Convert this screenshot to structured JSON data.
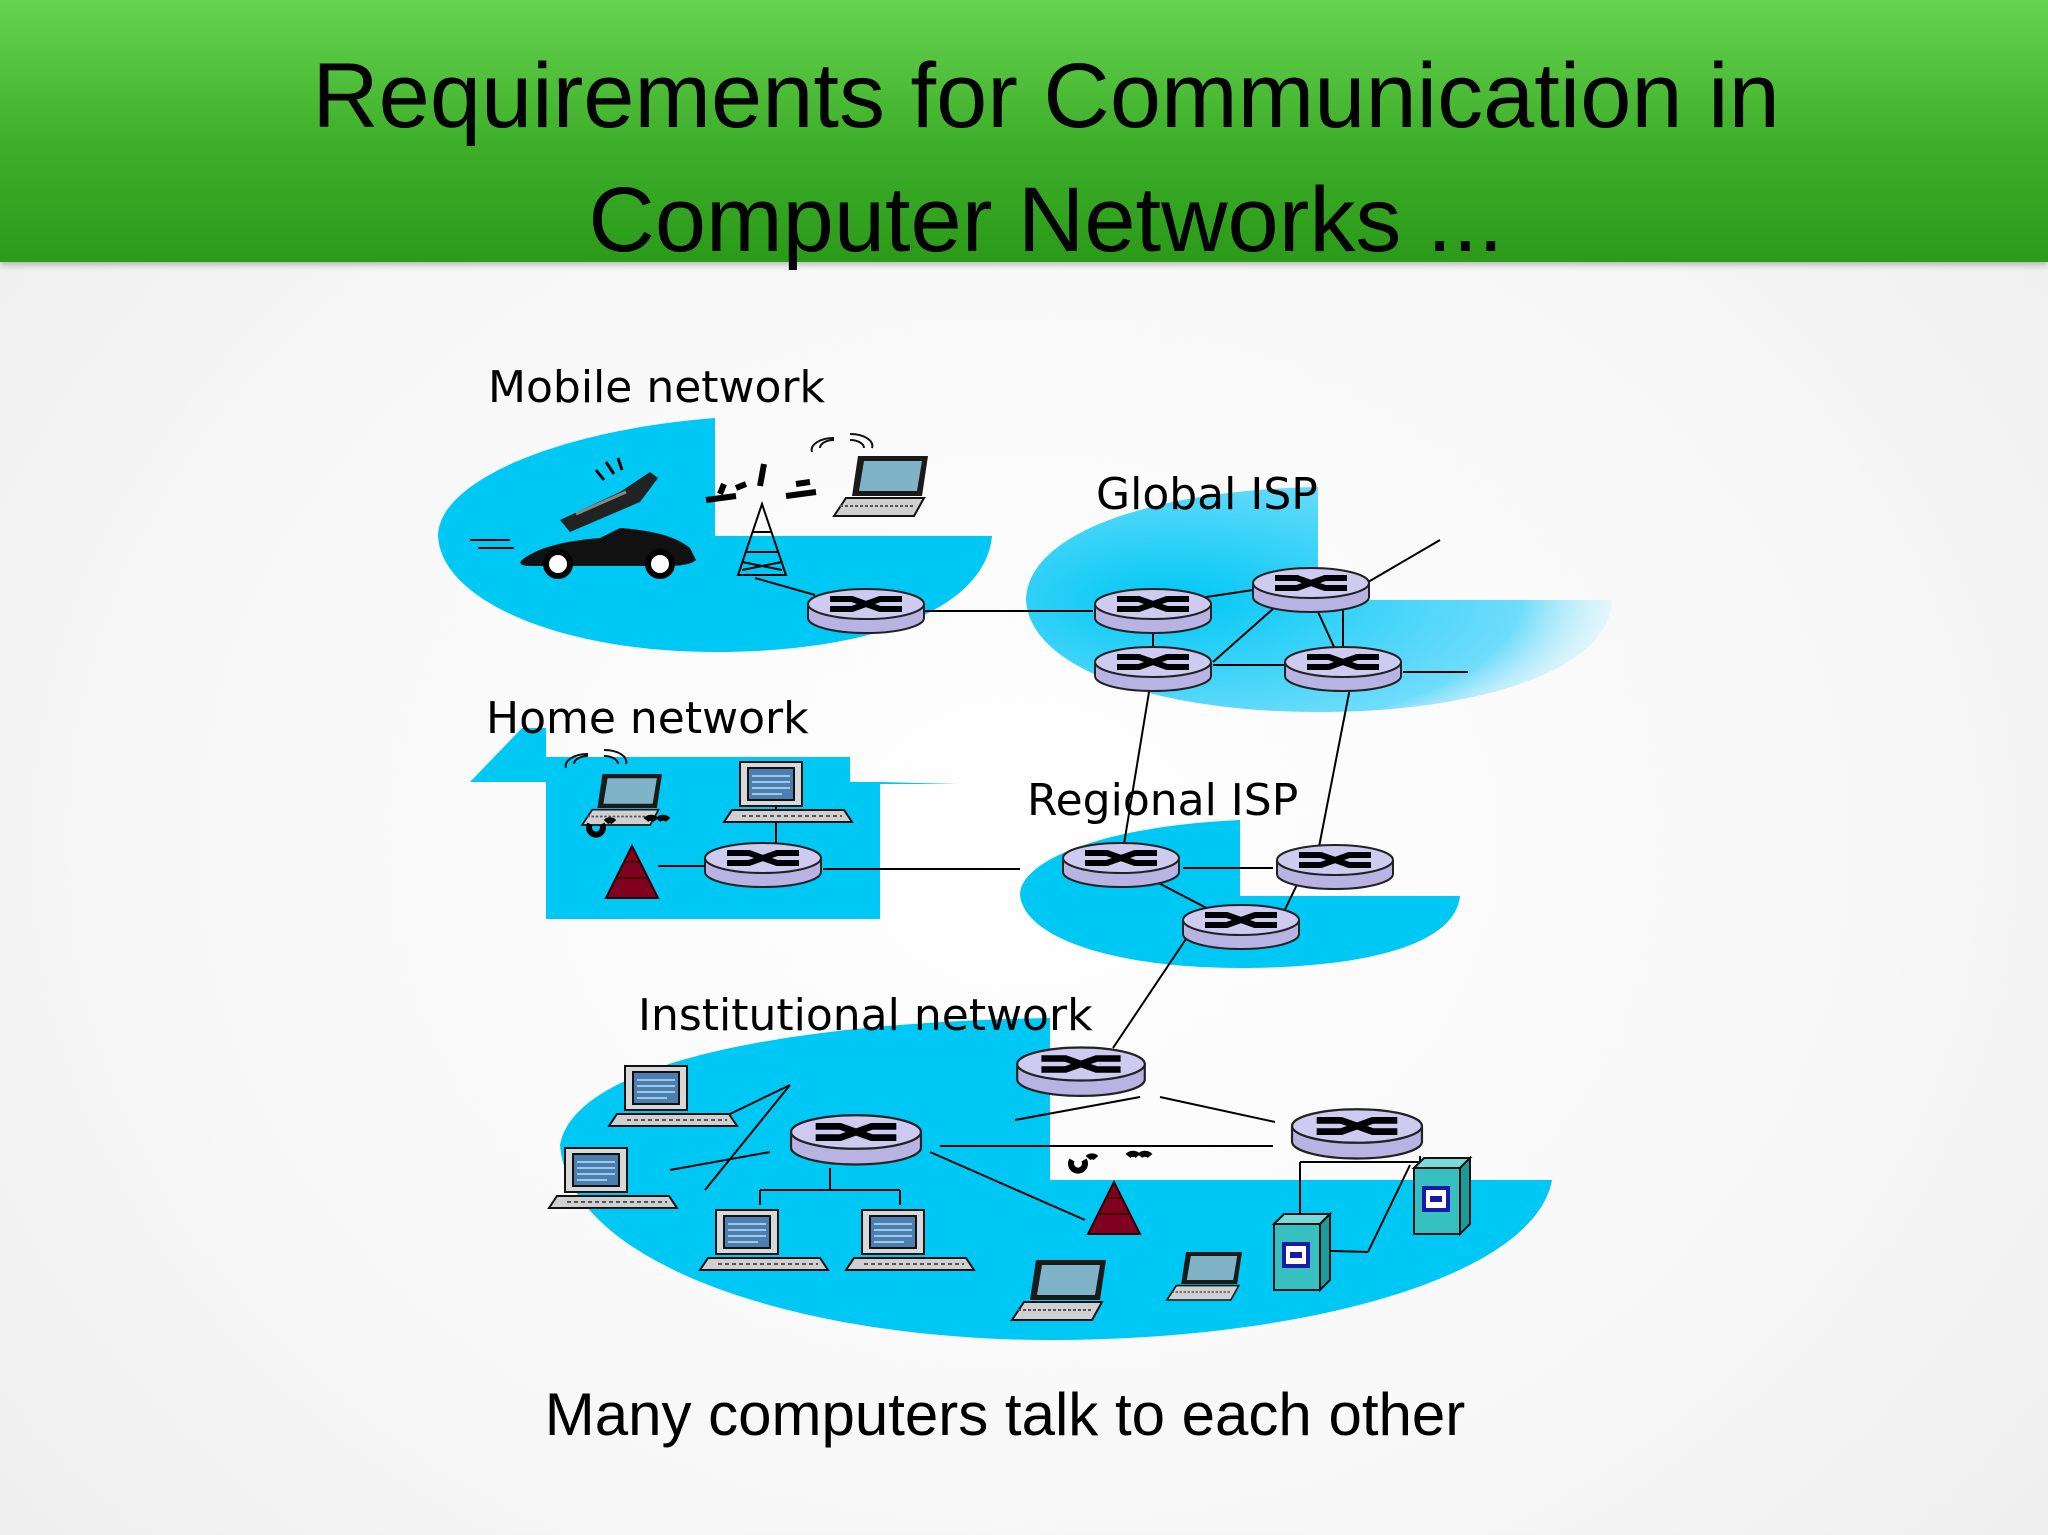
{
  "slide": {
    "title_line1": "Requirements for Communication in",
    "title_line2": "Computer Networks ...",
    "caption": "Many computers talk to each other"
  },
  "diagram": {
    "labels": {
      "mobile": "Mobile network",
      "global": "Global ISP",
      "home": "Home network",
      "regional": "Regional ISP",
      "institutional": "Institutional network"
    }
  },
  "colors": {
    "header_green": "#3eaf2a",
    "network_blue": "#00c8f5",
    "router_fill": "#c9c4ec",
    "wireless_tower": "#800020",
    "server_teal": "#2fb8b8"
  }
}
